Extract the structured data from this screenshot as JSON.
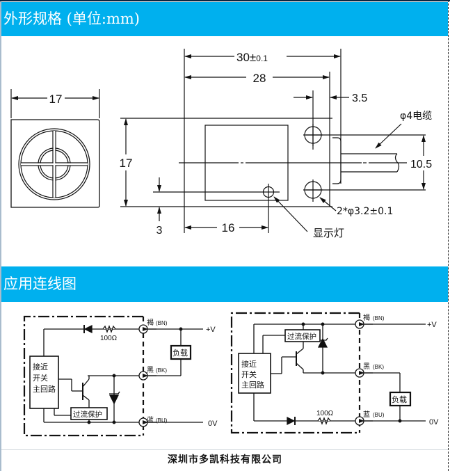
{
  "sections": {
    "dimensions_title": "外形规格 (单位:mm)",
    "wiring_title": "应用连线图"
  },
  "dimensions": {
    "front_view": {
      "width": "17"
    },
    "side_view": {
      "overall_length": "30",
      "overall_tolerance_symbol": "±",
      "overall_tolerance": "0.1",
      "body_length": "28",
      "flange": "3.5",
      "height": "17",
      "led_offset_vertical": "3",
      "led_offset_horizontal": "16",
      "hole_spacing": "10.5",
      "cable_label": "φ4电缆",
      "hole_label": "2*φ3.2±0.1",
      "led_label": "显示灯"
    }
  },
  "wiring": {
    "left_circuit": {
      "main_block": [
        "接近",
        "开关",
        "主回路"
      ],
      "protection": "过流保护",
      "resistor": "100Ω",
      "load": "负载",
      "terminals": [
        {
          "color": "褐",
          "code": "(BN)",
          "supply": "+V"
        },
        {
          "color": "黑",
          "code": "(BK)",
          "supply": ""
        },
        {
          "color": "蓝",
          "code": "(BU)",
          "supply": "0V"
        }
      ]
    },
    "right_circuit": {
      "main_block": [
        "接近",
        "开关",
        "主回路"
      ],
      "protection": "过流保护",
      "resistor": "100Ω",
      "load": "负载",
      "terminals": [
        {
          "color": "褐",
          "code": "(BN)",
          "supply": "+V"
        },
        {
          "color": "黑",
          "code": "(BK)",
          "supply": ""
        },
        {
          "color": "蓝",
          "code": "(BU)",
          "supply": "0V"
        }
      ]
    }
  },
  "footer": {
    "company": "深圳市多凯科技有限公司"
  },
  "colors": {
    "header_bar": "#00b0ee",
    "header_text": "#ffffff",
    "line": "#111111"
  }
}
